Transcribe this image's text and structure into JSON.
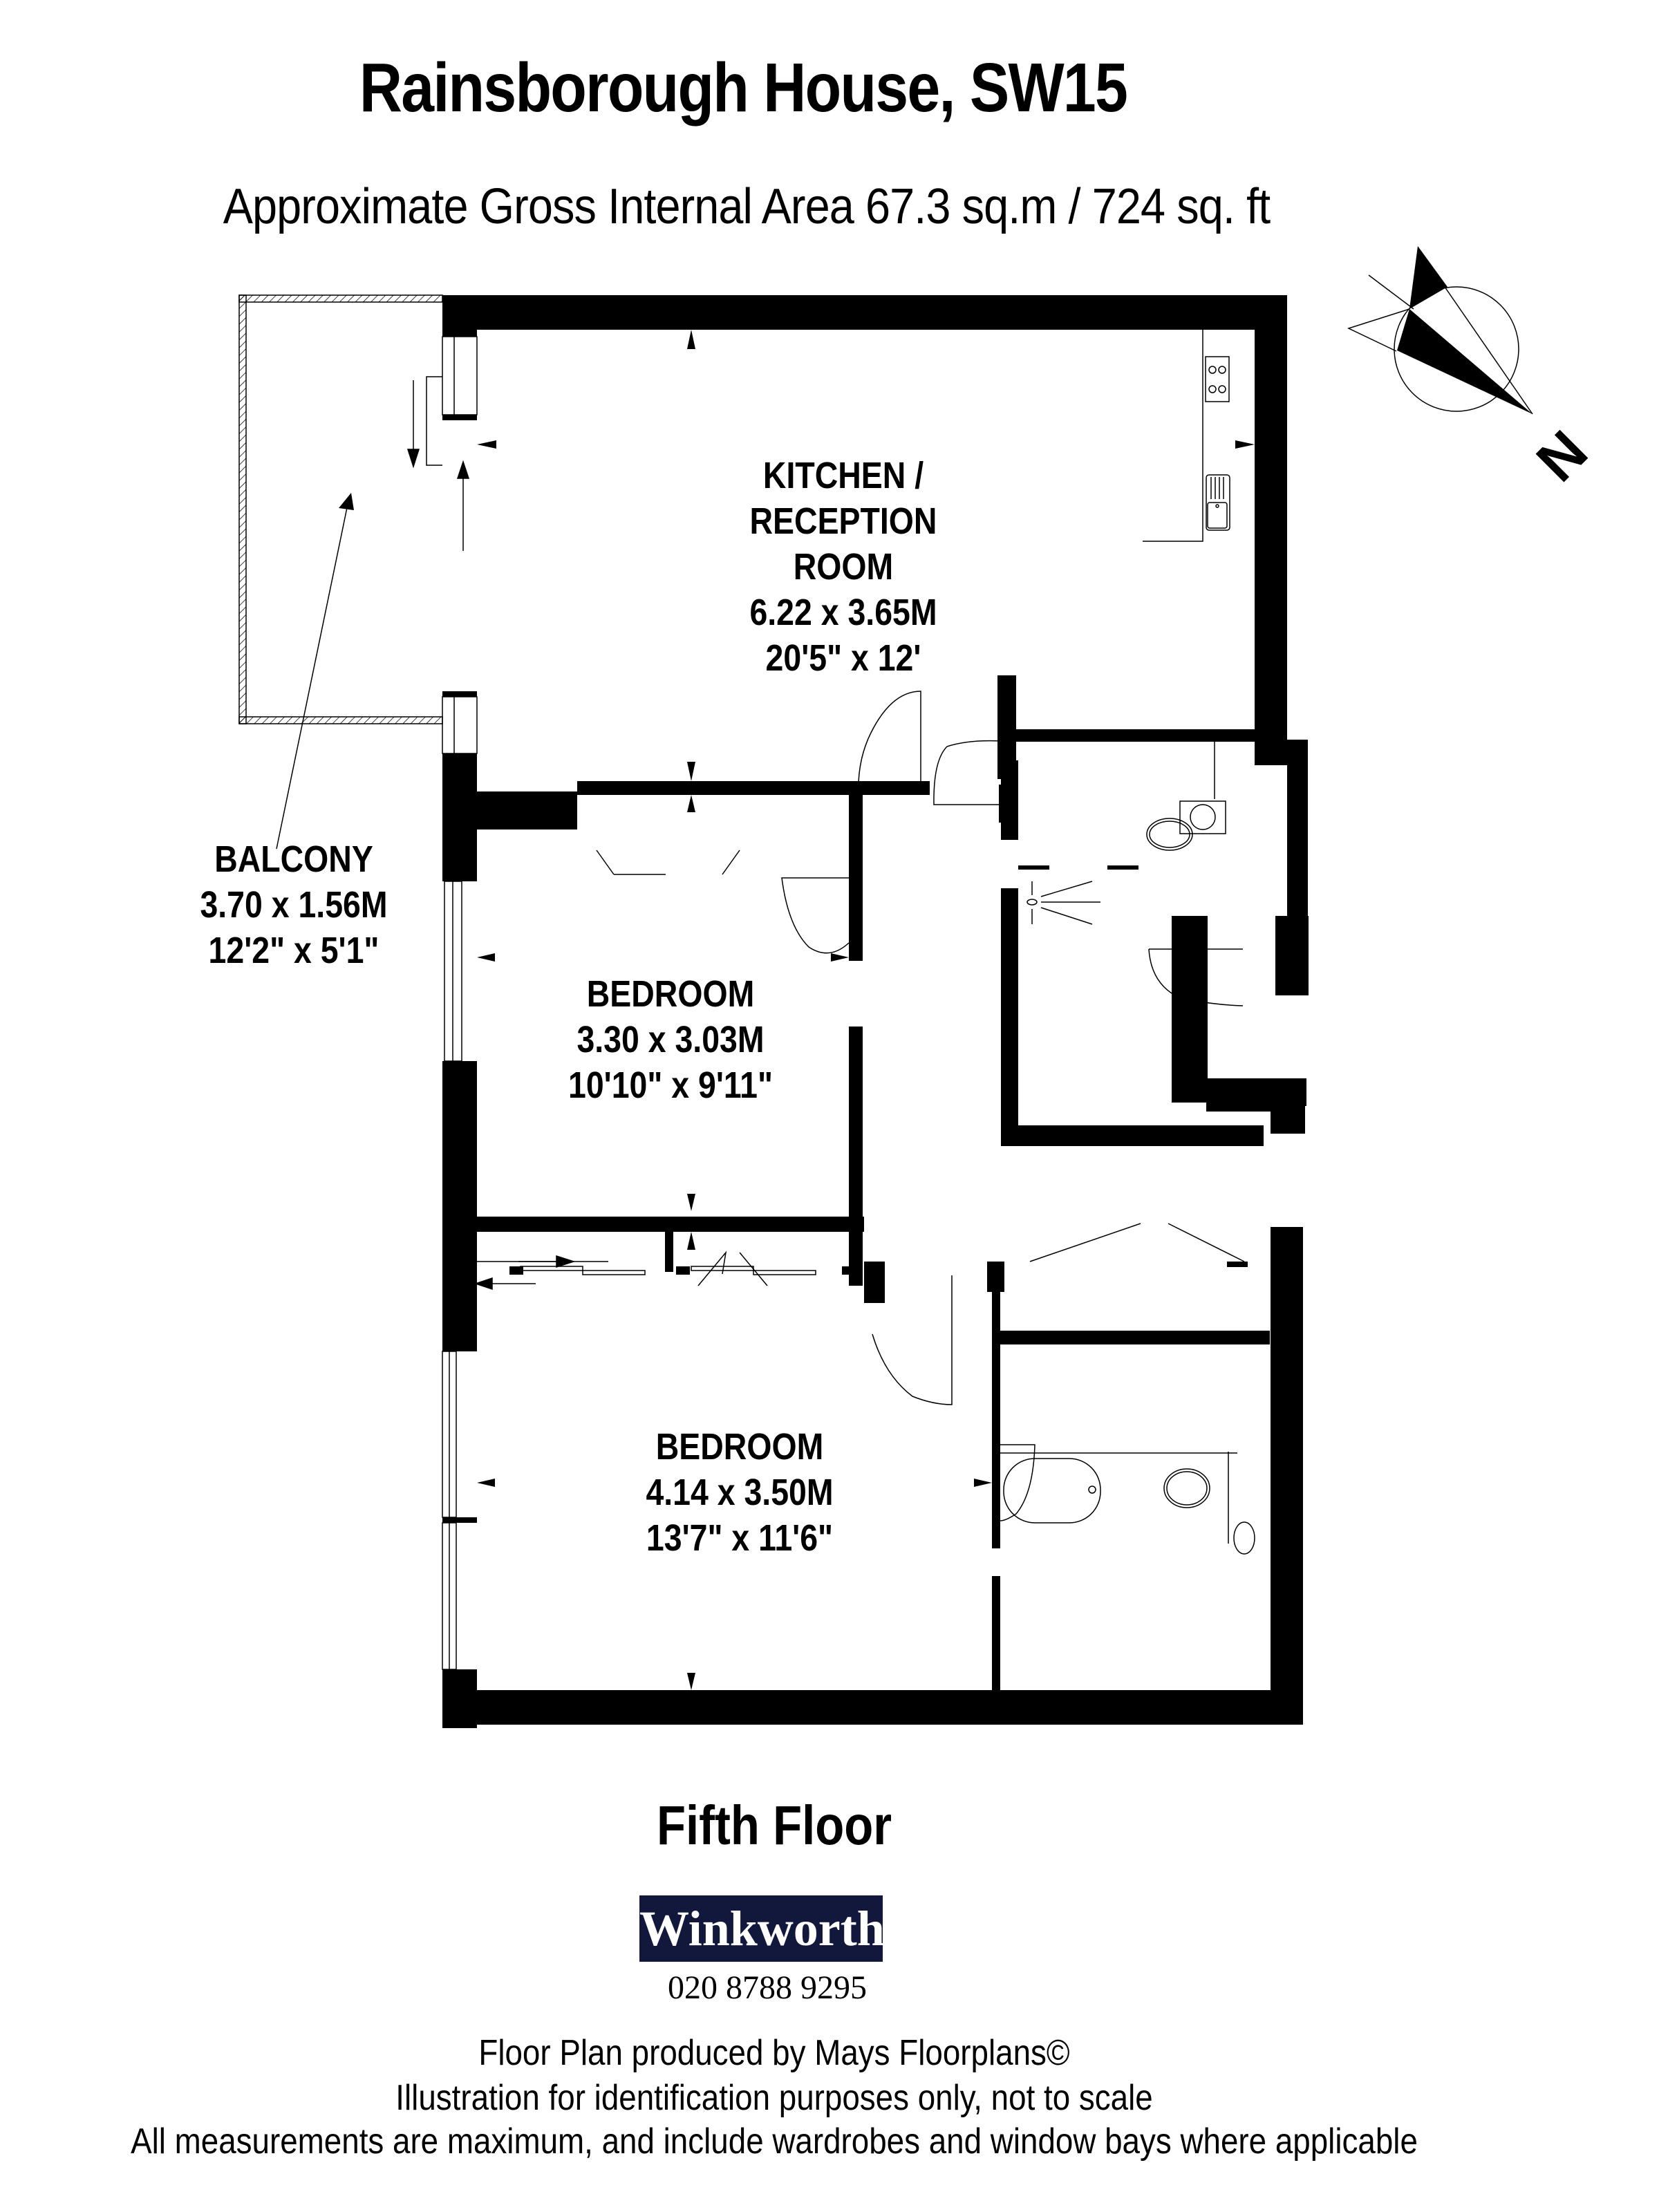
{
  "header": {
    "title": "Rainsborough House, SW15",
    "area": "Approximate Gross Internal Area 67.3 sq.m  /  724 sq. ft"
  },
  "compass": {
    "icon": "north-arrow-icon",
    "label": "N"
  },
  "rooms": [
    {
      "id": "kitchen-reception",
      "lines": [
        "KITCHEN /",
        "RECEPTION",
        "ROOM",
        "6.22 x 3.65M",
        "20'5\" x 12'"
      ]
    },
    {
      "id": "balcony",
      "lines": [
        "BALCONY",
        "3.70 x 1.56M",
        "12'2\" x 5'1\""
      ]
    },
    {
      "id": "bedroom-1",
      "lines": [
        "BEDROOM",
        "3.30 x 3.03M",
        "10'10\" x 9'11\""
      ]
    },
    {
      "id": "bedroom-2",
      "lines": [
        "BEDROOM",
        "4.14 x 3.50M",
        "13'7\" x 11'6\""
      ]
    }
  ],
  "floor": {
    "name": "Fifth Floor"
  },
  "agent": {
    "name": "Winkworth",
    "phone": "020 8788 9295",
    "brand_color": "#11183c"
  },
  "footer": {
    "lines": [
      "Floor Plan produced by Mays Floorplans©",
      "Illustration for identification purposes only, not to scale",
      "All measurements are maximum, and include wardrobes and window bays where applicable"
    ]
  }
}
